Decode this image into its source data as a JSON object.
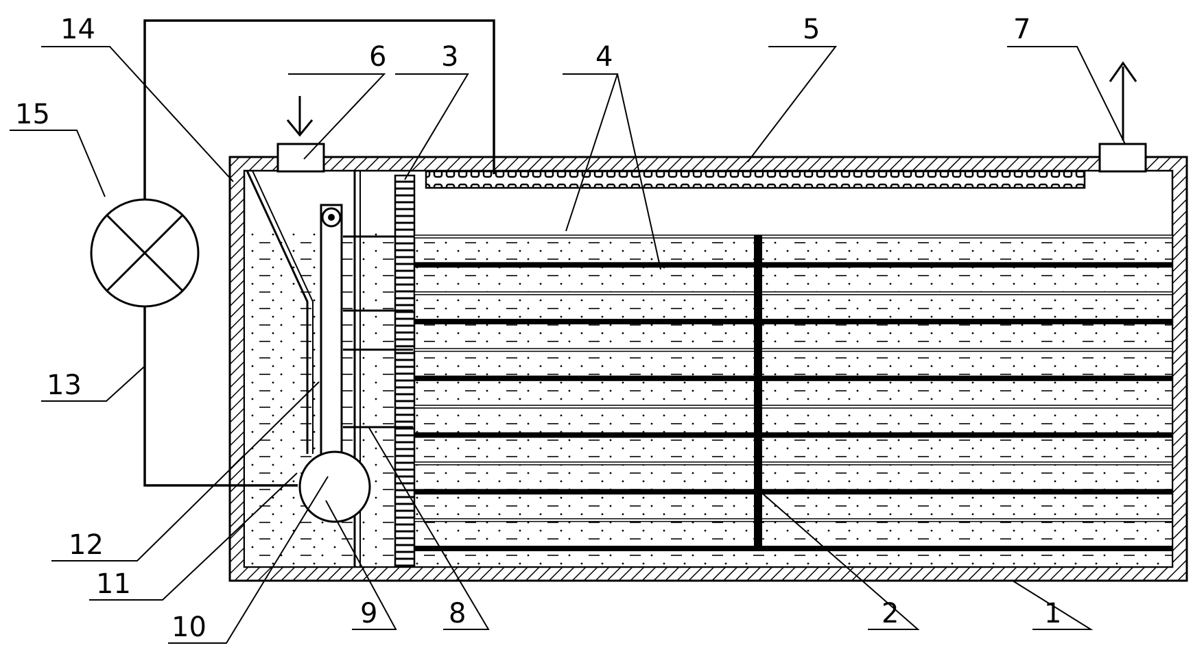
{
  "labels": {
    "n1": "1",
    "n2": "2",
    "n3": "3",
    "n4": "4",
    "n5": "5",
    "n6": "6",
    "n7": "7",
    "n8": "8",
    "n9": "9",
    "n10": "10",
    "n11": "11",
    "n12": "12",
    "n13": "13",
    "n14": "14",
    "n15": "15"
  },
  "colors": {
    "line": "#000000",
    "background": "#ffffff"
  },
  "counts": {
    "electrode_plates": 12
  }
}
